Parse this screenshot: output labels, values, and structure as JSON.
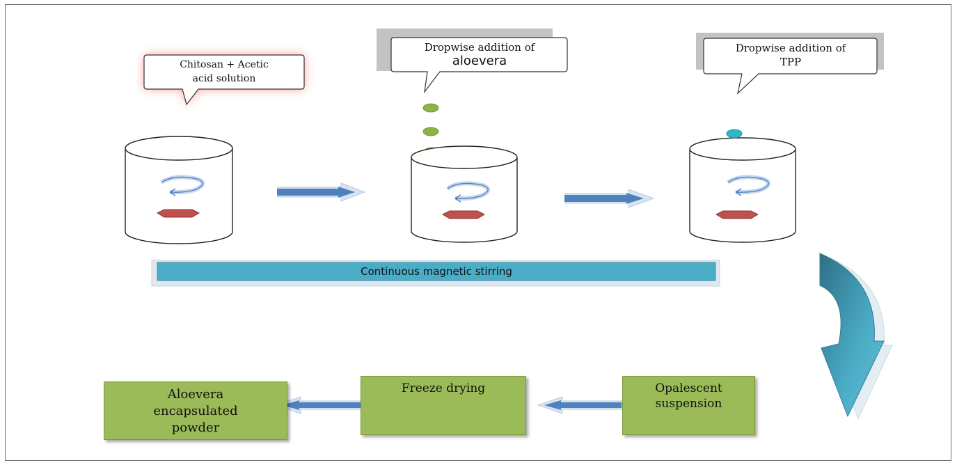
{
  "bubbles": {
    "chitosan": {
      "line1": "Chitosan + Acetic",
      "line2": "acid solution"
    },
    "aloevera": {
      "line1": "Dropwise addition of",
      "line2": "aloevera"
    },
    "tpp": {
      "line1": "Dropwise addition of",
      "line2": "TPP"
    }
  },
  "band": {
    "label": "Continuous magnetic stirring"
  },
  "boxes": {
    "opalescent": {
      "line1": "Opalescent",
      "line2": "suspension"
    },
    "freeze": {
      "line1": "Freeze drying"
    },
    "powder": {
      "line1": "Aloevera",
      "line2": "encapsulated",
      "line3": "powder"
    }
  },
  "colors": {
    "band": "#4bacc6",
    "box": "#9bbb59",
    "arrow": "#4f81bd",
    "stir_bar": "#c0504d",
    "drop_green": "#8db348",
    "drop_blue": "#31b6c9",
    "glow": "#ff9999"
  }
}
